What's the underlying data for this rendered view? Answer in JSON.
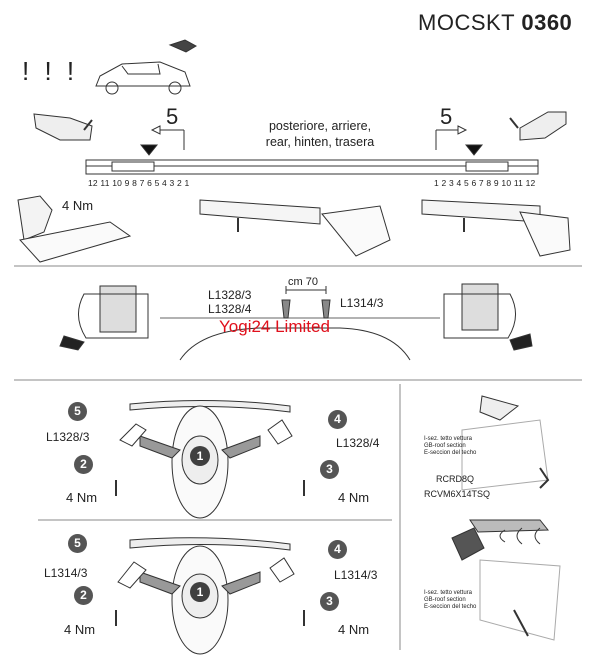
{
  "header": {
    "prefix": "MOCSKT",
    "code": "0360"
  },
  "warning": "! ! !",
  "rail": {
    "rear_label": [
      "posteriore, arriere,",
      "rear, hinten, trasera"
    ],
    "left_step": "5",
    "right_step": "5",
    "left_ticks": "12 11 10 9 8 7 6 5 4 3 2 1",
    "right_ticks": "1 2 3 4 5 6 7 8 9 10 11 12",
    "torque": "4 Nm"
  },
  "middle": {
    "spacing": "cm 70",
    "code_a": "L1328/3",
    "code_b": "L1328/4",
    "code_c": "L1314/3",
    "watermark": "Yogi24 Limited"
  },
  "assembly_top": {
    "left_code": "L1328/3",
    "right_code": "L1328/4",
    "torque_left": "4 Nm",
    "torque_right": "4 Nm",
    "steps": [
      "5",
      "2",
      "1",
      "4",
      "3"
    ]
  },
  "assembly_bottom": {
    "left_code": "L1314/3",
    "right_code": "L1314/3",
    "torque_left": "4 Nm",
    "torque_right": "4 Nm",
    "steps": [
      "5",
      "2",
      "1",
      "4",
      "3"
    ]
  },
  "side_panel": {
    "section_label_1": "I-sez. tetto vettura",
    "section_label_2": "GB-roof section",
    "section_label_3": "E-seccion del techo",
    "part_a": "RCRD8Q",
    "part_b": "RCVM6X14TSQ",
    "section_label_4": "I-sez. tetto vettura",
    "section_label_5": "GB-roof section",
    "section_label_6": "E-seccion del techo"
  }
}
